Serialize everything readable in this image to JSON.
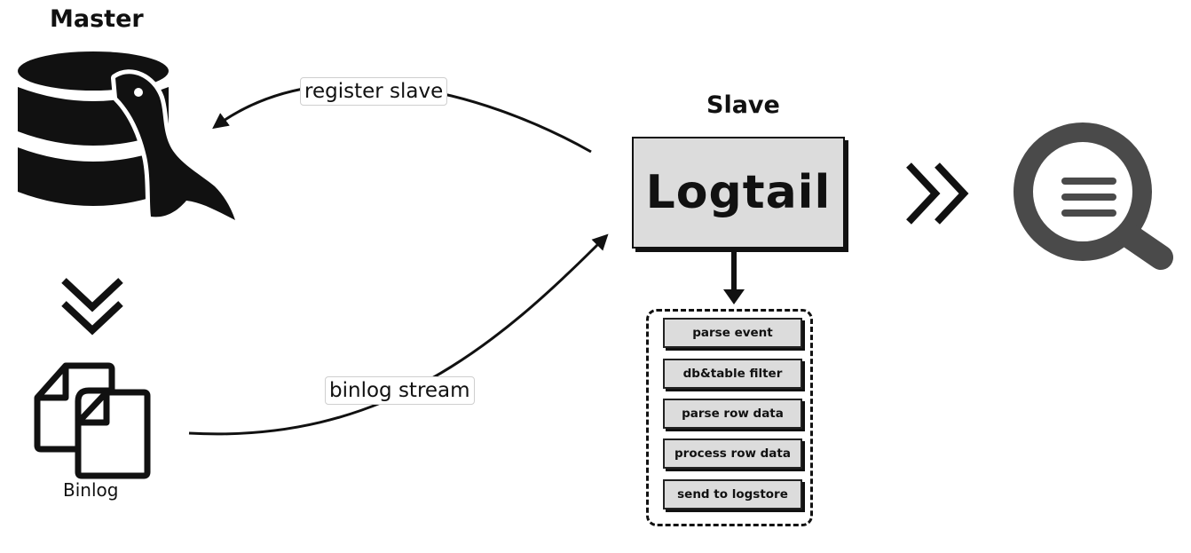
{
  "master": {
    "title": "Master"
  },
  "slave": {
    "title": "Slave",
    "component": "Logtail"
  },
  "binlog": {
    "label": "Binlog"
  },
  "edges": {
    "register_slave": "register slave",
    "binlog_stream": "binlog stream"
  },
  "pipeline_steps": [
    "parse event",
    "db&table filter",
    "parse row data",
    "process row data",
    "send to logstore"
  ],
  "icons": {
    "master_db": "mysql-database-icon",
    "binlog_files": "documents-icon",
    "logstore": "log-search-icon"
  },
  "colors": {
    "box_fill": "#dcdcdc",
    "stroke": "#111111",
    "search_icon": "#4a4a4a"
  }
}
